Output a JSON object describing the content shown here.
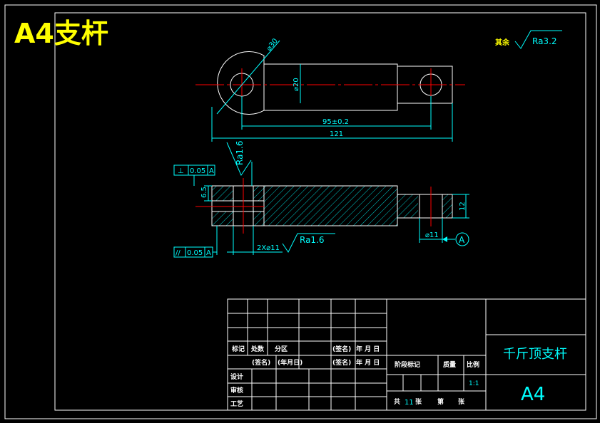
{
  "sheet": {
    "title": "A4支杆",
    "colors": {
      "background": "#000000",
      "outline": "#ffffff",
      "dimension": "#00ffff",
      "centerline": "#ff0000",
      "title": "#ffff00",
      "hatch": "#00ffff"
    }
  },
  "roughness_note": {
    "prefix": "其余",
    "value": "Ra3.2"
  },
  "top_view": {
    "dims": {
      "hole_dia": "⌀30",
      "width": "⌀20",
      "center_distance": "95±0.2",
      "total_length": "121"
    }
  },
  "section_view": {
    "roughness_left": "Ra1.6",
    "roughness_bottom": "Ra1.6",
    "tol_perp": {
      "symbol": "⊥",
      "value": "0.05",
      "datum": "A"
    },
    "tol_par": {
      "symbol": "//",
      "value": "0.05",
      "datum": "A"
    },
    "dim_left": "6.5",
    "dim_right": "12",
    "dim_hole": "⌀11",
    "dim_holes": "2X⌀11",
    "datum": "A"
  },
  "title_block": {
    "hdr_biaoji": "标记",
    "hdr_chushu": "处数",
    "hdr_fenqu": "分区",
    "hdr_qianming": "(签名)",
    "hdr_nianyueri": "年 月 日",
    "hdr_qianming2": "(签名)",
    "hdr_nianyueri2": "(年月日)",
    "hdr_qianming3": "(签名)",
    "hdr_nianyueri3": "年 月 日",
    "row_sheji": "设计",
    "row_shenhe": "审核",
    "row_gongyi": "工艺",
    "jieduan": "阶段标记",
    "zhiliang": "质量",
    "bili": "比例",
    "scale": "1:1",
    "gong": "共",
    "sheets": "11",
    "zhang": "张",
    "di": "第",
    "zhang2": "张",
    "part_name": "千斤顶支杆",
    "paper": "A4"
  }
}
